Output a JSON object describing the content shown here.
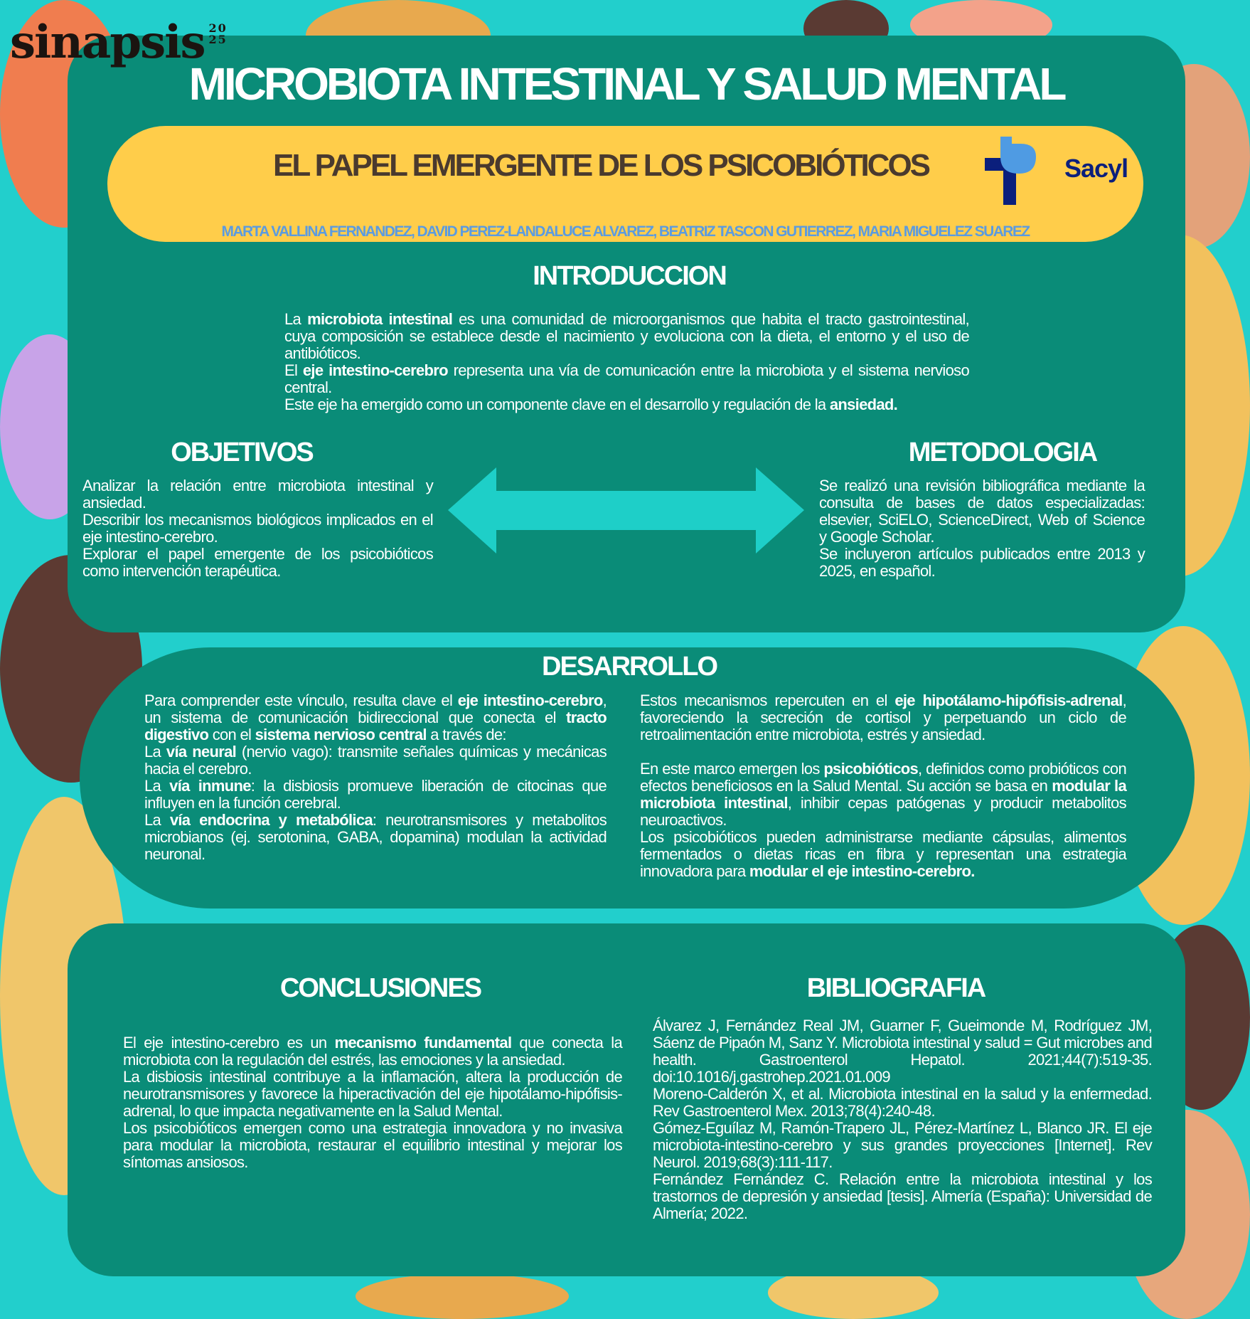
{
  "logo": {
    "text": "sinapsis",
    "mark": "20 25"
  },
  "header": {
    "title": "MICROBIOTA INTESTINAL Y SALUD MENTAL",
    "subtitle": "EL PAPEL EMERGENTE DE LOS PSICOBIÓTICOS",
    "authors": "MARTA VALLINA FERNANDEZ, DAVID PEREZ-LANDALUCE ALVAREZ, BEATRIZ TASCON GUTIERREZ, MARIA MIGUELEZ SUAREZ",
    "partner_logo": "Sacyl"
  },
  "colors": {
    "panel": "#0a8c78",
    "background": "#22cfcc",
    "pill": "#ffcd4a",
    "authors": "#5b9be0",
    "arrow": "#1ecfc8"
  },
  "sections": {
    "introduccion": {
      "title": "INTRODUCCION",
      "paragraphs": [
        [
          {
            "t": "La "
          },
          {
            "t": "microbiota intestinal",
            "b": true
          },
          {
            "t": " es una comunidad de microorganismos que habita el tracto gastrointestinal, cuya composición se establece desde el nacimiento y evoluciona con la dieta, el entorno y el uso de antibióticos."
          }
        ],
        [
          {
            "t": "El "
          },
          {
            "t": "eje intestino-cerebro",
            "b": true
          },
          {
            "t": " representa una vía de comunicación entre la microbiota y el sistema nervioso central."
          }
        ],
        [
          {
            "t": "Este eje ha emergido como un componente clave en el desarrollo y regulación de la "
          },
          {
            "t": "ansiedad.",
            "b": true
          }
        ]
      ]
    },
    "objetivos": {
      "title": "OBJETIVOS",
      "paragraphs": [
        [
          {
            "t": "Analizar la relación entre microbiota intestinal y ansiedad."
          }
        ],
        [
          {
            "t": "Describir los mecanismos biológicos implicados en el eje intestino-cerebro."
          }
        ],
        [
          {
            "t": "Explorar el papel emergente de los psicobióticos como intervención terapéutica."
          }
        ]
      ]
    },
    "metodologia": {
      "title": "METODOLOGIA",
      "paragraphs": [
        [
          {
            "t": "Se realizó una revisión bibliográfica mediante la consulta de bases de datos especializadas: elsevier, SciELO, ScienceDirect, Web of Science y Google Scholar."
          }
        ],
        [
          {
            "t": "Se incluyeron artículos publicados entre 2013 y 2025, en español."
          }
        ]
      ]
    },
    "desarrollo": {
      "title": "DESARROLLO",
      "left": [
        [
          {
            "t": "Para comprender este vínculo, resulta clave el "
          },
          {
            "t": "eje intestino-cerebro",
            "b": true
          },
          {
            "t": ", un sistema de comunicación bidireccional que conecta el "
          },
          {
            "t": "tracto digestivo",
            "b": true
          },
          {
            "t": " con el "
          },
          {
            "t": "sistema nervioso central",
            "b": true
          },
          {
            "t": " a través de:"
          }
        ],
        [
          {
            "t": "La "
          },
          {
            "t": "vía neural",
            "b": true
          },
          {
            "t": " (nervio vago): transmite señales químicas y mecánicas hacia el cerebro."
          }
        ],
        [
          {
            "t": "La "
          },
          {
            "t": "vía inmune",
            "b": true
          },
          {
            "t": ": la disbiosis promueve liberación de citocinas que influyen en la función cerebral."
          }
        ],
        [
          {
            "t": "La "
          },
          {
            "t": "vía endocrina y metabólica",
            "b": true
          },
          {
            "t": ": neurotransmisores y metabolitos microbianos (ej. serotonina, GABA, dopamina) modulan la actividad neuronal."
          }
        ]
      ],
      "right": [
        [
          {
            "t": "Estos mecanismos repercuten en el "
          },
          {
            "t": "eje hipotálamo-hipófisis-adrenal",
            "b": true
          },
          {
            "t": ", favoreciendo la secreción de cortisol y perpetuando un ciclo de retroalimentación entre microbiota, estrés y ansiedad."
          }
        ],
        [],
        [
          {
            "t": "En este marco emergen los "
          },
          {
            "t": "psicobióticos",
            "b": true
          },
          {
            "t": ", definidos como probióticos con efectos beneficiosos en la Salud Mental. Su acción se basa en "
          },
          {
            "t": "modular la microbiota intestinal",
            "b": true
          },
          {
            "t": ", inhibir cepas patógenas y producir metabolitos neuroactivos."
          }
        ],
        [
          {
            "t": "Los psicobióticos pueden administrarse mediante cápsulas, alimentos fermentados o dietas ricas en fibra y representan una estrategia innovadora para "
          },
          {
            "t": "modular el eje intestino-cerebro.",
            "b": true
          }
        ]
      ]
    },
    "conclusiones": {
      "title": "CONCLUSIONES",
      "paragraphs": [
        [
          {
            "t": "El eje intestino-cerebro es un "
          },
          {
            "t": "mecanismo fundamental",
            "b": true
          },
          {
            "t": " que conecta la microbiota con la regulación del estrés, las emociones y la ansiedad."
          }
        ],
        [
          {
            "t": "La disbiosis intestinal contribuye a la inflamación, altera la producción de neurotransmisores y favorece la hiperactivación del eje hipotálamo-hipófisis-adrenal, lo que impacta negativamente en la Salud Mental."
          }
        ],
        [
          {
            "t": "Los psicobióticos emergen como una estrategia innovadora y no invasiva para modular la microbiota, restaurar el equilibrio intestinal y mejorar los síntomas ansiosos."
          }
        ]
      ]
    },
    "bibliografia": {
      "title": "BIBLIOGRAFIA",
      "paragraphs": [
        [
          {
            "t": "Álvarez J, Fernández Real JM, Guarner F, Gueimonde M, Rodríguez JM, Sáenz de Pipaón M, Sanz Y. Microbiota intestinal y salud = Gut microbes and health. Gastroenterol Hepatol. 2021;44(7):519-35. doi:10.1016/j.gastrohep.2021.01.009"
          }
        ],
        [
          {
            "t": "Moreno-Calderón X, et al. Microbiota intestinal en la salud y la enfermedad. Rev Gastroenterol Mex. 2013;78(4):240-48."
          }
        ],
        [
          {
            "t": "Gómez-Eguílaz M, Ramón-Trapero JL, Pérez-Martínez L, Blanco JR. El eje microbiota-intestino-cerebro y sus grandes proyecciones [Internet]. Rev Neurol. 2019;68(3):111-117."
          }
        ],
        [
          {
            "t": "Fernández Fernández C. Relación entre la microbiota intestinal y los trastornos de depresión y ansiedad [tesis]. Almería (España): Universidad de Almería; 2022."
          }
        ]
      ]
    }
  }
}
